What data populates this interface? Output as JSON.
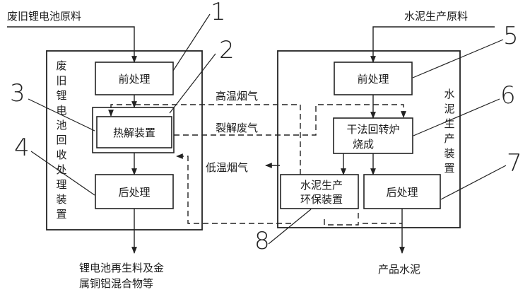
{
  "inputs": {
    "battery_raw": "废旧锂电池原料",
    "cement_raw": "水泥生产原料"
  },
  "outputs": {
    "battery_product_line1": "锂电池再生料及金",
    "battery_product_line2": "属铜铝混合物等",
    "cement_product": "产品水泥"
  },
  "left_device": {
    "label_chars": [
      "废",
      "旧",
      "锂",
      "电",
      "池",
      "回",
      "收",
      "处",
      "理",
      "装",
      "置"
    ],
    "pretreat": "前处理",
    "pyrolysis": "热解装置",
    "posttreat": "后处理"
  },
  "right_device": {
    "label_chars": [
      "水",
      "泥",
      "生",
      "产",
      "装",
      "置"
    ],
    "pretreat": "前处理",
    "kiln_line1": "干法回转炉",
    "kiln_line2": "烧成",
    "env_line1": "水泥生产",
    "env_line2": "环保装置",
    "posttreat": "后处理"
  },
  "flows": {
    "high_temp_gas": "高温烟气",
    "pyrolysis_gas": "裂解废气",
    "low_temp_gas": "低温烟气"
  },
  "callouts": [
    "1",
    "2",
    "3",
    "4",
    "5",
    "6",
    "7",
    "8"
  ]
}
